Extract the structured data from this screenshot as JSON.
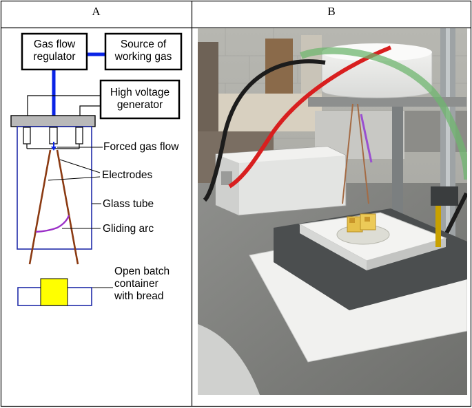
{
  "headers": {
    "a": "A",
    "b": "B"
  },
  "schematic": {
    "gas_flow_regulator": [
      "Gas flow",
      "regulator"
    ],
    "source_of_working_gas": [
      "Source of",
      "working gas"
    ],
    "high_voltage_generator": [
      "High voltage",
      "generator"
    ],
    "forced_gas_flow": "Forced gas flow",
    "electrodes": "Electrodes",
    "glass_tube": "Glass tube",
    "gliding_arc": "Gliding arc",
    "container": [
      "Open batch",
      "container",
      "with bread"
    ]
  },
  "colors": {
    "gas_line": "#0a24e6",
    "tube_outline": "#1f2ba8",
    "electrode": "#8b3a12",
    "arc": "#9b30c8",
    "bread": "#ffff00",
    "electrode_head": "#b9b9b9"
  }
}
